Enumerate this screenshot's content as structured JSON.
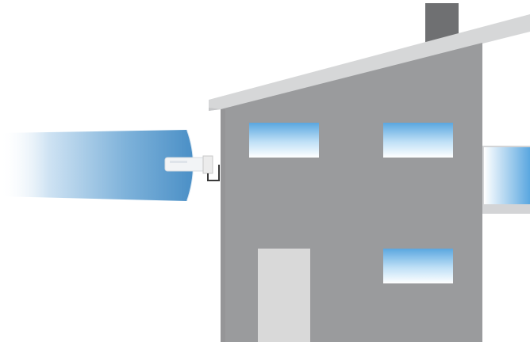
{
  "scene": {
    "subject": "house-with-outdoor-antenna",
    "colors": {
      "background": "#ffffff",
      "wall": "#9a9b9d",
      "wall_dark": "#8f9092",
      "roof": "#d6d7d8",
      "roof_edge": "#c5c6c8",
      "chimney": "#6f7072",
      "window_top": "#5aa7e0",
      "window_bottom": "#ffffff",
      "door": "#d9d9d9",
      "beam_dark": "#4f93c8",
      "beam_light": "#ffffff",
      "antenna": "#f2f4f6",
      "mount": "#3a3a3a"
    },
    "icons": {
      "signal_beam": "wifi-signal-beam",
      "antenna": "outdoor-antenna",
      "chimney": "chimney",
      "door": "door",
      "windows": "window"
    }
  }
}
